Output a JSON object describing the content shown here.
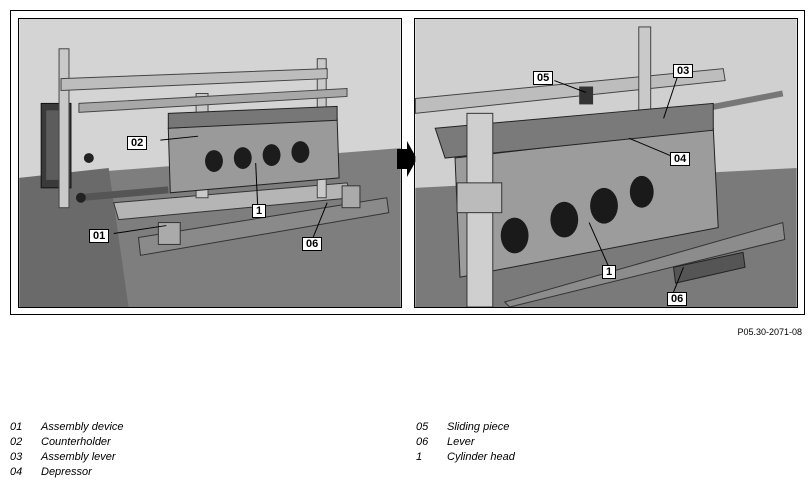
{
  "figure": {
    "left_callouts": [
      "02",
      "1",
      "01",
      "06"
    ],
    "right_callouts": [
      "05",
      "03",
      "04",
      "1",
      "06"
    ],
    "reference": "P05.30-2071-08"
  },
  "legend": {
    "left": [
      {
        "num": "01",
        "text": "Assembly device"
      },
      {
        "num": "02",
        "text": "Counterholder"
      },
      {
        "num": "03",
        "text": "Assembly lever"
      },
      {
        "num": "04",
        "text": "Depressor"
      }
    ],
    "right": [
      {
        "num": "05",
        "text": "Sliding piece"
      },
      {
        "num": "06",
        "text": "Lever"
      },
      {
        "num": "1",
        "text": "Cylinder head"
      }
    ]
  }
}
